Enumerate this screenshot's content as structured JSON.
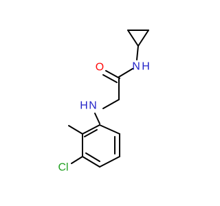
{
  "colors": {
    "background": "#ffffff",
    "bond": "#000000",
    "oxygen": "#ff0d0d",
    "nitrogen": "#2323c8",
    "chlorine": "#1fa01f"
  },
  "atoms": {
    "o": "O",
    "n_amide": "N",
    "h_amide": "H",
    "n_amine": "N",
    "h_amine": "H",
    "cl": "Cl"
  }
}
